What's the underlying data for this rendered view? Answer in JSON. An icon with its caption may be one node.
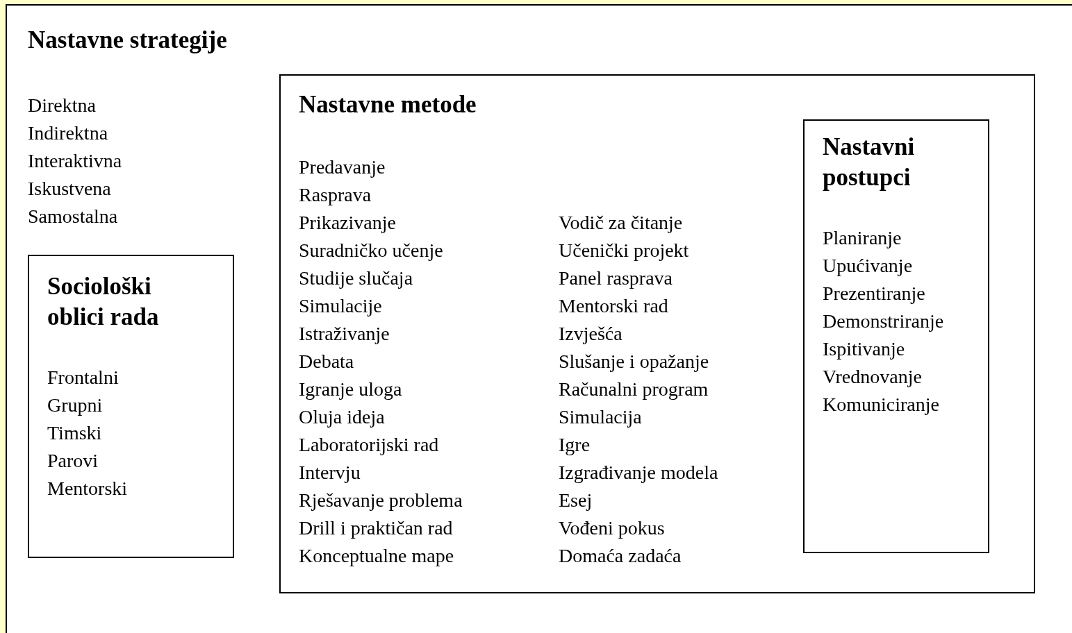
{
  "diagram": {
    "nodes": [
      {
        "text": [
          "Nastavne strategije",
          "Direktna",
          "Indirektna",
          "Interaktivna",
          "Iskustvena",
          "Samostalna"
        ]
      },
      {
        "text": [
          "Sociološki oblici rada",
          "Frontalni",
          "Grupni",
          "Timski",
          "Parovi",
          "Mentorski"
        ],
        "in": 0
      },
      {
        "text": [
          "Nastavne metode",
          "Predavanje",
          "Rasprava",
          "Prikazivanje",
          "Suradničko učenje",
          "Studije slučaja",
          "Simulacije",
          "Istraživanje",
          "Debata",
          "Igranje uloga",
          "Oluja ideja",
          "Laboratorijski rad",
          "Intervju",
          "Rješavanje problema",
          "Drill i praktičan rad",
          "Konceptualne mape",
          "Vodič za čitanje",
          "Učenički projekt",
          "Panel rasprava",
          "Mentorski rad",
          "Izvješća",
          "Slušanje i opažanje",
          "Računalni program",
          "Simulacija",
          "Igre",
          "Izgrađivanje modela",
          "Esej",
          "Vođeni pokus",
          "Domaća zadaća"
        ],
        "in": 0
      },
      {
        "text": [
          "Nastavni postupci",
          "Planiranje",
          "Upućivanje",
          "Prezentiranje",
          "Demonstriranje",
          "Ispitivanje",
          "Vrednovanje",
          "Komuniciranje"
        ],
        "in": 2
      }
    ]
  }
}
